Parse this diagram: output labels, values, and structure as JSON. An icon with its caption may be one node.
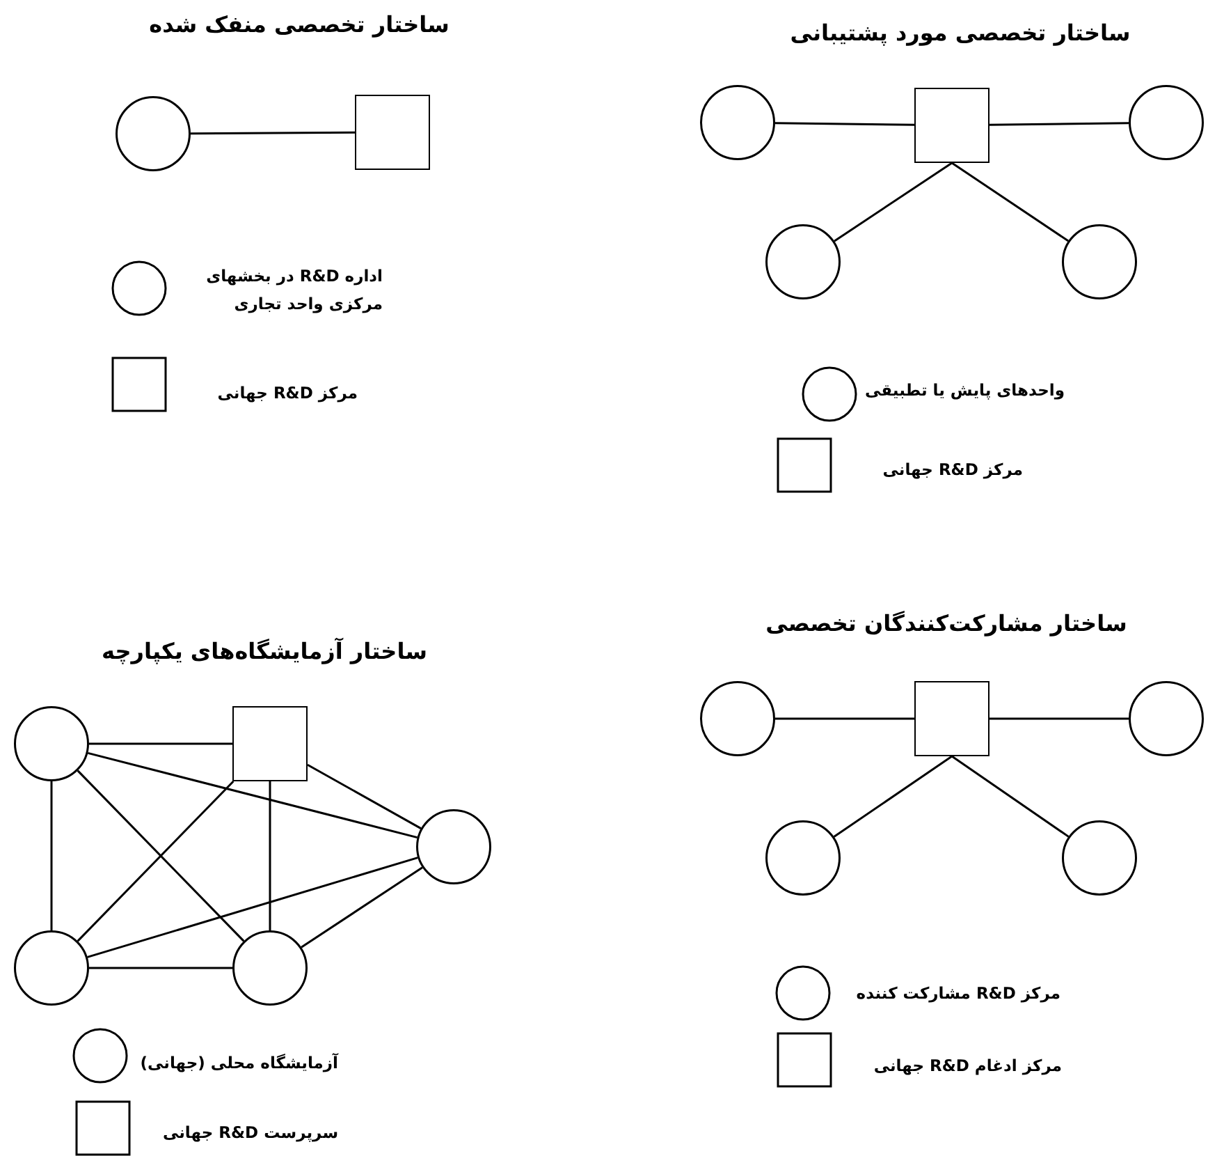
{
  "diagram": {
    "nodes": [
      {
        "text": [],
        "shape": "circle"
      },
      {
        "text": [],
        "shape": "box"
      },
      {
        "text": [],
        "shape": "circle"
      },
      {
        "text": [],
        "shape": "circle"
      },
      {
        "text": [],
        "shape": "circle"
      },
      {
        "text": [],
        "shape": "circle"
      },
      {
        "text": [],
        "shape": "box"
      },
      {
        "text": [],
        "shape": "circle"
      },
      {
        "text": [],
        "shape": "box"
      },
      {
        "text": [],
        "shape": "circle"
      },
      {
        "text": [],
        "shape": "circle"
      },
      {
        "text": [],
        "shape": "circle"
      },
      {
        "text": [],
        "shape": "circle"
      },
      {
        "text": [],
        "shape": "box"
      },
      {
        "text": [],
        "shape": "circle"
      },
      {
        "text": [],
        "shape": "circle"
      },
      {
        "text": [],
        "shape": "circle"
      }
    ],
    "edges": [
      {
        "from": 0,
        "to": 1,
        "arrow": "none"
      },
      {
        "from": 1,
        "to": 2,
        "arrow": "none"
      },
      {
        "from": 1,
        "to": 3,
        "arrow": "none"
      },
      {
        "from": 1,
        "to": 4,
        "arrow": "none"
      },
      {
        "from": 5,
        "to": 6,
        "arrow": "none"
      },
      {
        "from": 7,
        "to": 8,
        "arrow": "none"
      },
      {
        "from": 8,
        "to": 9,
        "arrow": "none"
      },
      {
        "from": 8,
        "to": 10,
        "arrow": "none"
      },
      {
        "from": 8,
        "to": 11,
        "arrow": "none"
      },
      {
        "from": 12,
        "to": 13,
        "arrow": "none"
      },
      {
        "from": 12,
        "to": 15,
        "arrow": "none"
      },
      {
        "from": 12,
        "to": 16,
        "arrow": "none"
      },
      {
        "from": 12,
        "to": 14,
        "arrow": "none"
      },
      {
        "from": 13,
        "to": 14,
        "arrow": "none"
      },
      {
        "from": 13,
        "to": 15,
        "arrow": "none"
      },
      {
        "from": 13,
        "to": 16,
        "arrow": "none"
      },
      {
        "from": 15,
        "to": 14,
        "arrow": "none"
      },
      {
        "from": 15,
        "to": 16,
        "arrow": "none"
      },
      {
        "from": 16,
        "to": 14,
        "arrow": "none"
      }
    ],
    "labels": [
      "ساختار تخصصی مورد پشتیبانی",
      "ساختار تخصصی منفک شده",
      "ساختار مشارکت‌کنندگان تخصصی",
      "ساختار آزمایشگاه‌های یکپارچه"
    ],
    "legend": [
      {
        "text": "واحدهای پایش یا تطبیقی"
      },
      {
        "text": "مرکز R&D جهانی"
      },
      {
        "text": "اداره R&D در بخشهای مرکزی واحد تجاری"
      },
      {
        "text": "مرکز R&D جهانی"
      },
      {
        "text": "مرکز R&D مشارکت کننده"
      },
      {
        "text": "مرکز ادغام R&D جهانی"
      },
      {
        "text": "آزمایشگاه محلی (جهانی)"
      },
      {
        "text": "سرپرست R&D جهانی"
      }
    ]
  }
}
